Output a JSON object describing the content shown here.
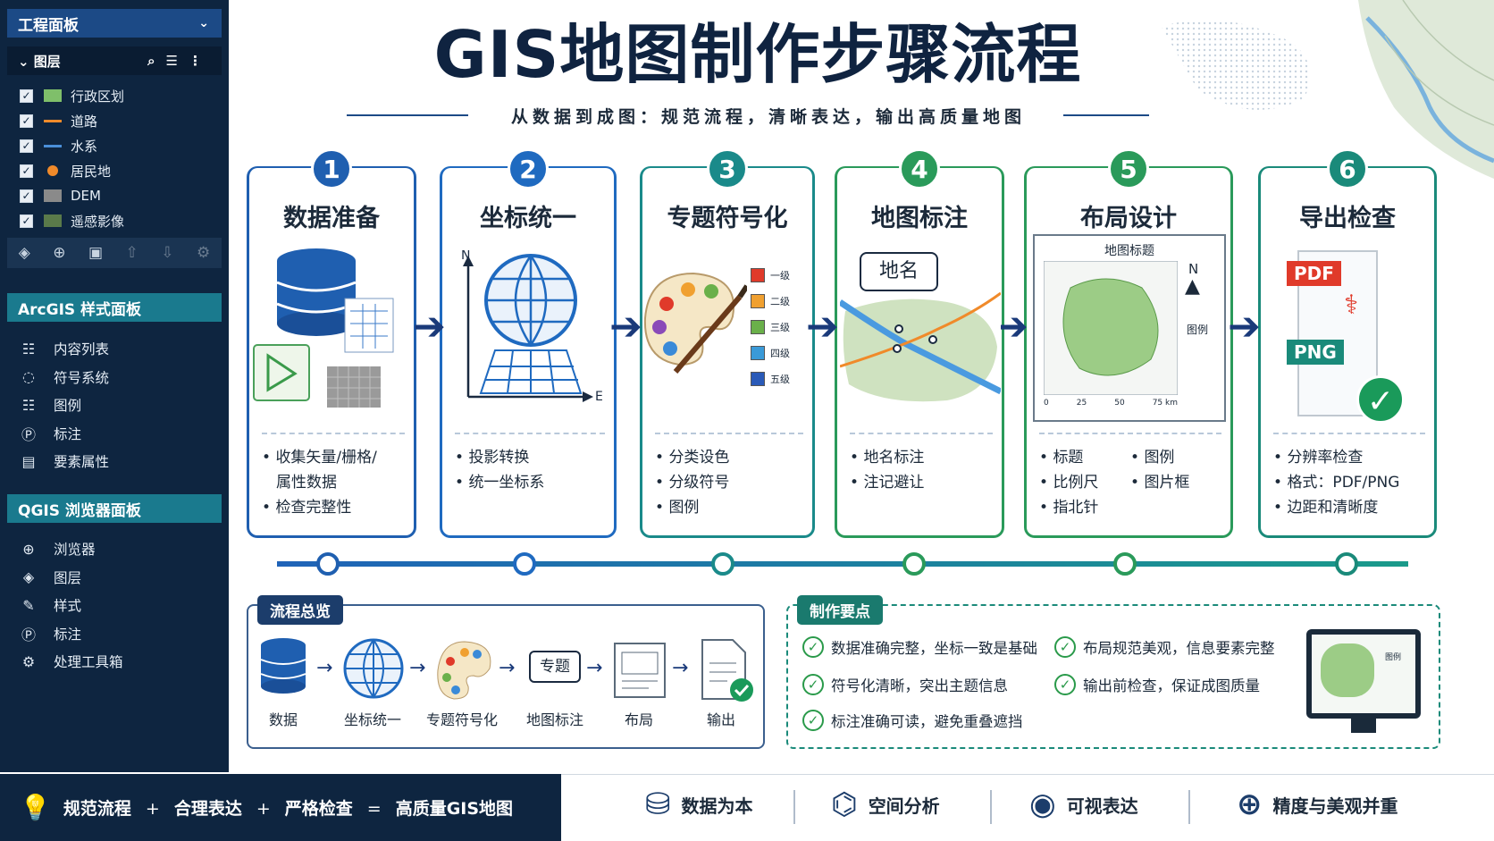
{
  "sidebar": {
    "project_panel": "工程面板",
    "layers_header": "图层",
    "layers": [
      {
        "label": "行政区划",
        "swatch": "#7fbf6a",
        "checked": true
      },
      {
        "label": "道路",
        "swatch": "#f08a2a",
        "checked": true
      },
      {
        "label": "水系",
        "swatch": "#4a8fd8",
        "checked": true
      },
      {
        "label": "居民地",
        "swatch": "#f08a2a",
        "checked": true
      },
      {
        "label": "DEM",
        "swatch": "#8a8a8a",
        "checked": true
      },
      {
        "label": "遥感影像",
        "swatch": "#5a7a4a",
        "checked": true
      }
    ],
    "arcgis_header": "ArcGIS 样式面板",
    "arcgis_items": [
      {
        "label": "内容列表",
        "icon": "list-icon"
      },
      {
        "label": "符号系统",
        "icon": "symbology-icon"
      },
      {
        "label": "图例",
        "icon": "legend-icon"
      },
      {
        "label": "标注",
        "icon": "label-icon"
      },
      {
        "label": "要素属性",
        "icon": "attribute-icon"
      }
    ],
    "qgis_header": "QGIS 浏览器面板",
    "qgis_items": [
      {
        "label": "浏览器",
        "icon": "globe-icon"
      },
      {
        "label": "图层",
        "icon": "layers-icon"
      },
      {
        "label": "样式",
        "icon": "brush-icon"
      },
      {
        "label": "标注",
        "icon": "label-icon"
      },
      {
        "label": "处理工具箱",
        "icon": "gear-icon"
      }
    ]
  },
  "title": "GIS地图制作步骤流程",
  "subtitle": "从数据到成图：规范流程，清晰表达，输出高质量地图",
  "steps": [
    {
      "num": "1",
      "title": "数据准备",
      "color": "#1f5fb0",
      "bullets": [
        "收集矢量/栅格/",
        "属性数据",
        "检查完整性"
      ]
    },
    {
      "num": "2",
      "title": "坐标统一",
      "color": "#1f6ac0",
      "bullets": [
        "投影转换",
        "统一坐标系"
      ]
    },
    {
      "num": "3",
      "title": "专题符号化",
      "color": "#1a8a8a",
      "bullets": [
        "分类设色",
        "分级符号",
        "图例"
      ]
    },
    {
      "num": "4",
      "title": "地图标注",
      "color": "#2a9a5a",
      "bullets": [
        "地名标注",
        "注记避让"
      ]
    },
    {
      "num": "5",
      "title": "布局设计",
      "color": "#2a9a5a",
      "bullets": [
        "标题",
        "图例",
        "比例尺",
        "图片框",
        "指北针"
      ]
    },
    {
      "num": "6",
      "title": "导出检查",
      "color": "#1a8a7a",
      "bullets": [
        "分辨率检查",
        "格式：PDF/PNG",
        "边距和清晰度"
      ]
    }
  ],
  "step_art": {
    "axis_n": "N",
    "axis_e": "E",
    "legend_levels": [
      "一级",
      "二级",
      "三级",
      "四级",
      "五级"
    ],
    "legend_colors": [
      "#e03a2a",
      "#f0a030",
      "#6ab04a",
      "#3a9ad8",
      "#2a5ab8"
    ],
    "place_label": "地名",
    "layout_title": "地图标题",
    "layout_legend": "图例",
    "layout_north": "N",
    "layout_scale": [
      "0",
      "25",
      "50",
      "75 km"
    ],
    "pdf": "PDF",
    "png": "PNG"
  },
  "overview": {
    "tag": "流程总览",
    "items": [
      "数据",
      "坐标统一",
      "专题符号化",
      "地图标注",
      "布局",
      "输出"
    ],
    "label_icon_text": "专题"
  },
  "tips": {
    "tag": "制作要点",
    "items": [
      "数据准确完整，坐标一致是基础",
      "布局规范美观，信息要素完整",
      "符号化清晰，突出主题信息",
      "输出前检查，保证成图质量",
      "标注准确可读，避免重叠遮挡"
    ],
    "monitor_legend": "图例"
  },
  "footer": {
    "formula": [
      "规范流程",
      "+",
      "合理表达",
      "+",
      "严格检查",
      "=",
      "高质量GIS地图"
    ],
    "items": [
      {
        "label": "数据为本",
        "icon": "database-icon"
      },
      {
        "label": "空间分析",
        "icon": "network-icon"
      },
      {
        "label": "可视表达",
        "icon": "eye-icon"
      },
      {
        "label": "精度与美观并重",
        "icon": "target-icon"
      }
    ]
  }
}
